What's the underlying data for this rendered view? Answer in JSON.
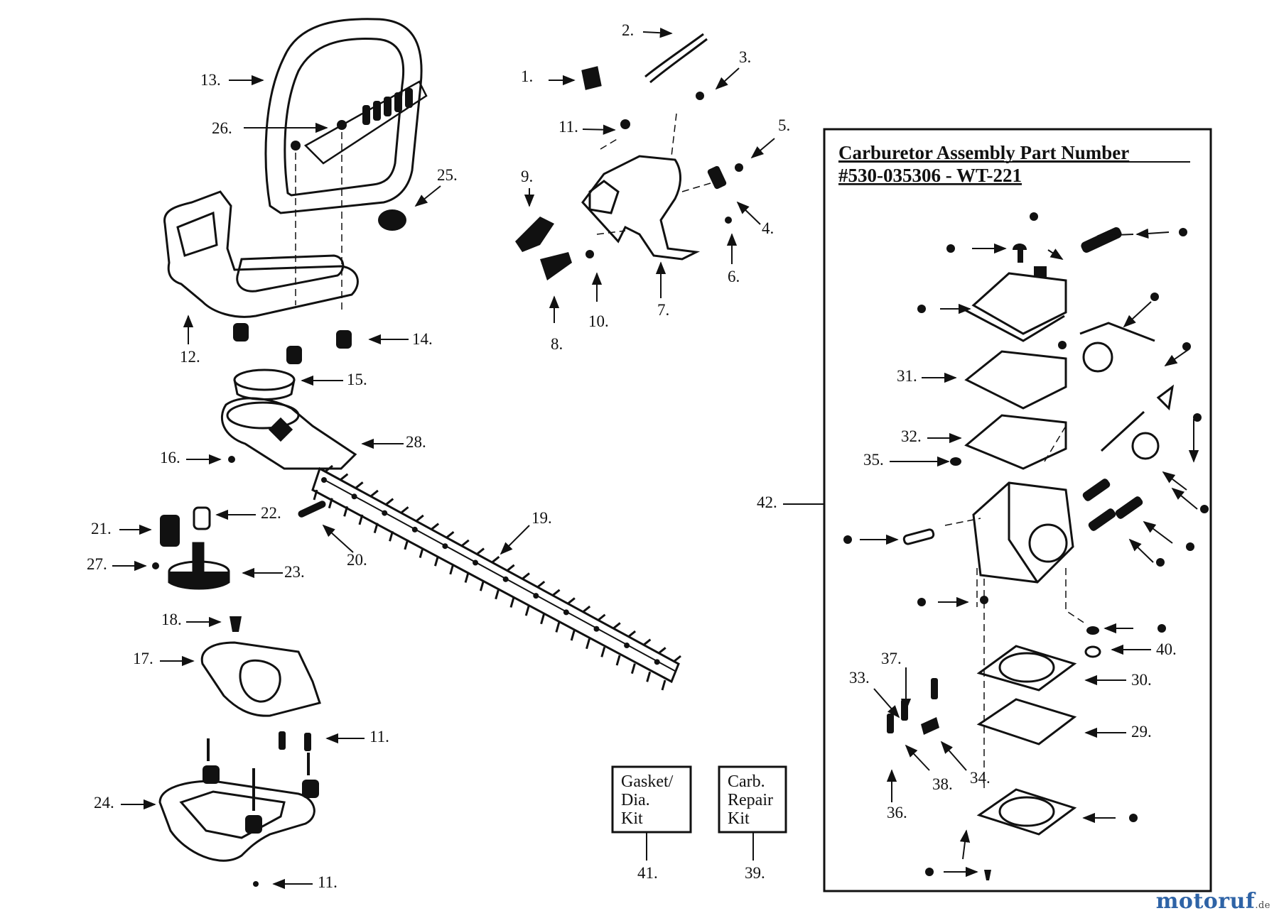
{
  "carburetor": {
    "title_line1": "Carburetor Assembly Part Number",
    "title_line2": "#530-035306 - WT-221"
  },
  "kits": [
    {
      "line1": "Gasket/",
      "line2": "Dia.",
      "line3": "Kit",
      "number": "41."
    },
    {
      "line1": "Carb.",
      "line2": "Repair",
      "line3": "Kit",
      "number": "39."
    }
  ],
  "labels": {
    "p1": "1.",
    "p2": "2.",
    "p3": "3.",
    "p4": "4.",
    "p5": "5.",
    "p6": "6.",
    "p7": "7.",
    "p8": "8.",
    "p9": "9.",
    "p10": "10.",
    "p11a": "11.",
    "p11b": "11.",
    "p11c": "11.",
    "p12": "12.",
    "p13": "13.",
    "p14": "14.",
    "p15": "15.",
    "p16": "16.",
    "p17": "17.",
    "p18": "18.",
    "p19": "19.",
    "p20": "20.",
    "p21": "21.",
    "p22": "22.",
    "p23": "23.",
    "p24": "24.",
    "p25": "25.",
    "p26": "26.",
    "p27": "27.",
    "p28": "28.",
    "p29": "29.",
    "p30": "30.",
    "p31": "31.",
    "p32": "32.",
    "p33": "33.",
    "p34": "34.",
    "p35": "35.",
    "p36": "36.",
    "p37": "37.",
    "p38": "38.",
    "p40": "40.",
    "p42": "42."
  },
  "watermark": {
    "brand": "motoruf",
    "suffix": ".de"
  },
  "colors": {
    "line": "#111111",
    "watermark": "#2e63a6",
    "background": "#ffffff"
  }
}
